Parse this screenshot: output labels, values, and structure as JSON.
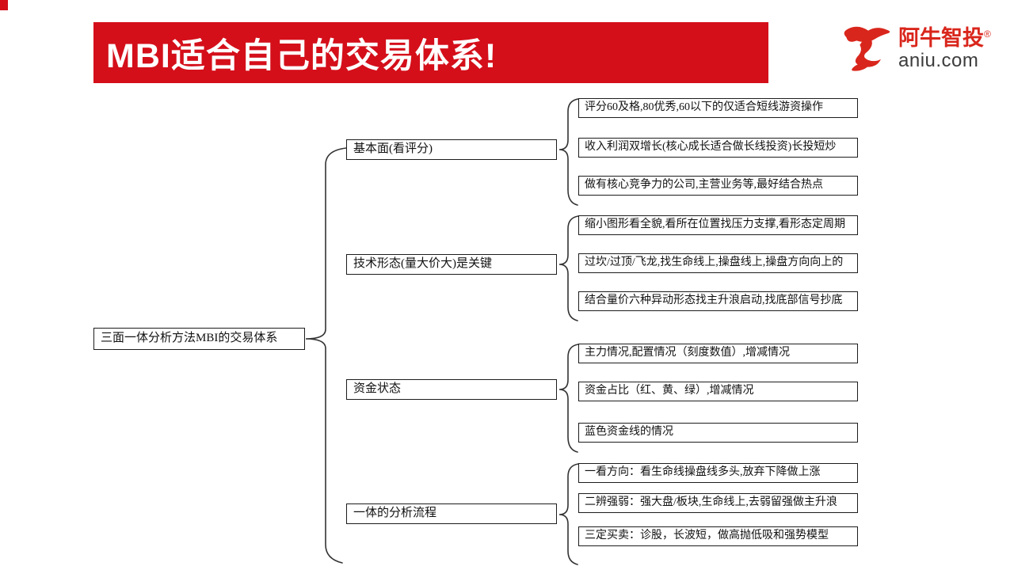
{
  "header": {
    "title": "MBI适合自己的交易体系!",
    "banner_color": "#d40f1a"
  },
  "logo": {
    "icon": "bull-swoosh-icon",
    "brand": "阿牛智投",
    "registered": "®",
    "domain": "aniu.com",
    "brand_color": "#d9261c"
  },
  "mindmap": {
    "root": {
      "label": "三面一体分析方法MBI的交易体系"
    },
    "branches": [
      {
        "label": "基本面(看评分)",
        "leaves": [
          "评分60及格,80优秀,60以下的仅适合短线游资操作",
          "收入利润双增长(核心成长适合做长线投资)长投短炒",
          "做有核心竞争力的公司,主营业务等,最好结合热点"
        ]
      },
      {
        "label": "技术形态(量大价大)是关键",
        "leaves": [
          "缩小图形看全貌,看所在位置找压力支撑,看形态定周期",
          "过坎/过顶/飞龙,找生命线上,操盘线上,操盘方向向上的",
          "结合量价六种异动形态找主升浪启动,找底部信号抄底"
        ]
      },
      {
        "label": "资金状态",
        "leaves": [
          "主力情况,配置情况（刻度数值）,增减情况",
          "资金占比（红、黄、绿）,增减情况",
          "蓝色资金线的情况"
        ]
      },
      {
        "label": "一体的分析流程",
        "leaves": [
          "一看方向：看生命线操盘线多头,放弃下降做上涨",
          "二辨强弱：强大盘/板块,生命线上,去弱留强做主升浪",
          "三定买卖：诊股，长波短，做高抛低吸和强势模型"
        ]
      }
    ]
  }
}
